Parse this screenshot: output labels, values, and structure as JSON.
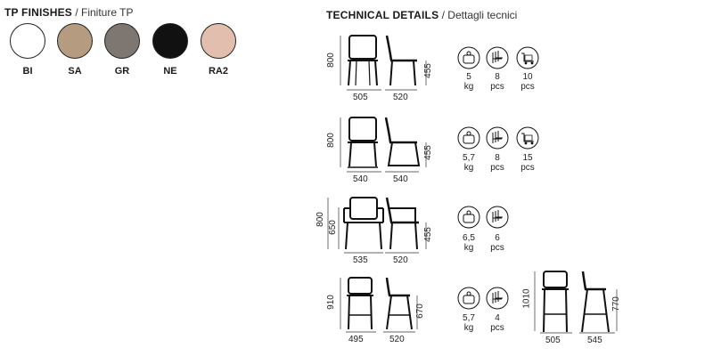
{
  "finishes": {
    "title": "TP FINISHES",
    "subtitle": "/ Finiture TP",
    "items": [
      {
        "code": "BI",
        "color": "#ffffff"
      },
      {
        "code": "SA",
        "color": "#b59c80"
      },
      {
        "code": "GR",
        "color": "#7e7771"
      },
      {
        "code": "NE",
        "color": "#111111"
      },
      {
        "code": "RA2",
        "color": "#e2beaf"
      }
    ]
  },
  "technical": {
    "title": "TECHNICAL DETAILS",
    "subtitle": "/ Dettagli tecnici",
    "rows": [
      {
        "height": "800",
        "seat": "455",
        "width": "505",
        "depth": "520",
        "weight": "5",
        "weight_unit": "kg",
        "stack": "8",
        "stack_unit": "pcs",
        "trolley": "10",
        "trolley_unit": "pcs"
      },
      {
        "height": "800",
        "seat": "455",
        "width": "540",
        "depth": "540",
        "weight": "5,7",
        "weight_unit": "kg",
        "stack": "8",
        "stack_unit": "pcs",
        "trolley": "15",
        "trolley_unit": "pcs"
      },
      {
        "height": "800",
        "arm": "650",
        "seat": "455",
        "width": "535",
        "depth": "520",
        "weight": "6,5",
        "weight_unit": "kg",
        "stack": "6",
        "stack_unit": "pcs"
      },
      {
        "height": "910",
        "seat": "670",
        "width": "495",
        "depth": "520",
        "weight": "5,7",
        "weight_unit": "kg",
        "stack": "4",
        "stack_unit": "pcs",
        "tall_height": "1010",
        "tall_seat": "770",
        "tall_width": "505",
        "tall_depth": "545"
      }
    ]
  },
  "icons": {
    "weight": "weight-icon",
    "stack": "stacking-icon",
    "trolley": "trolley-icon"
  }
}
